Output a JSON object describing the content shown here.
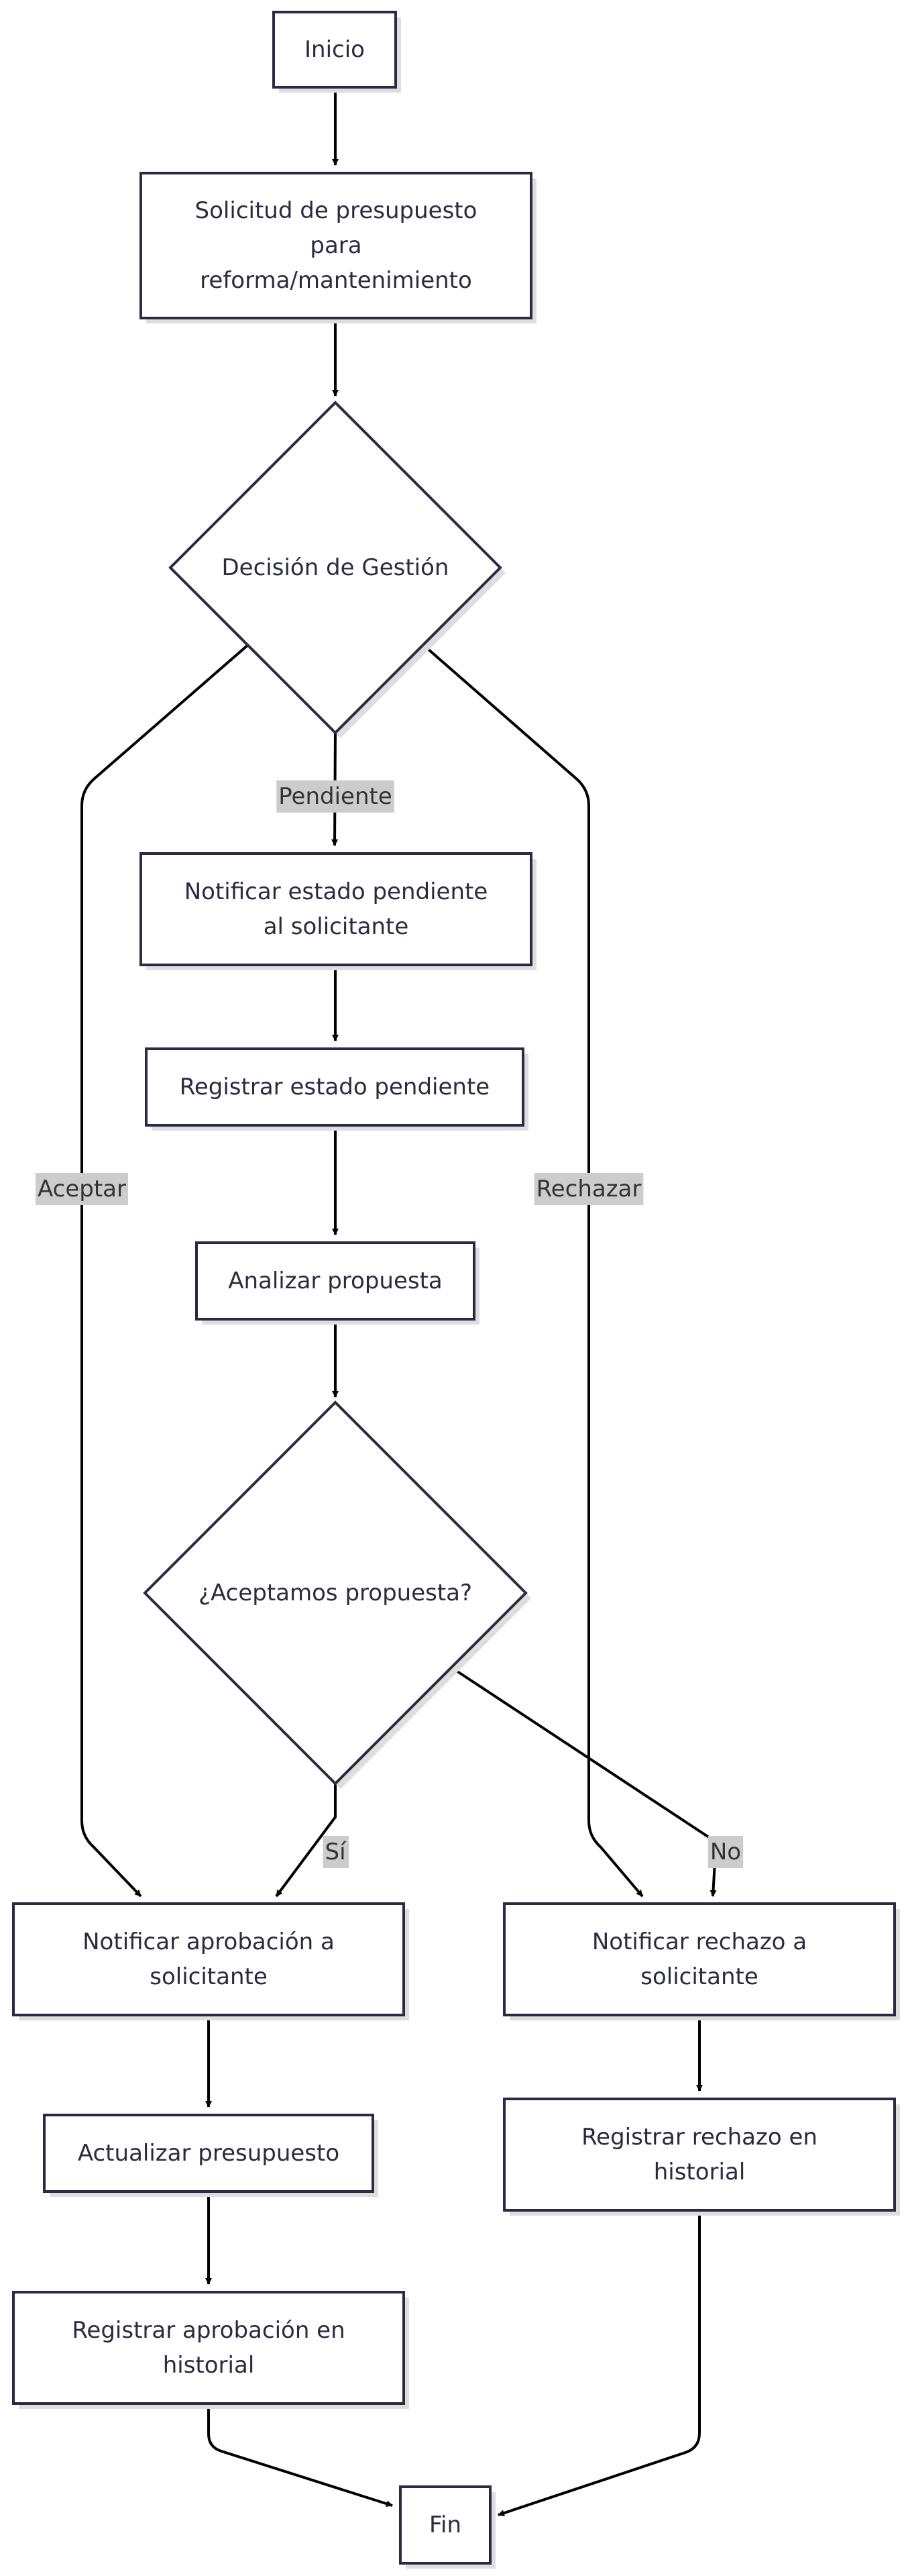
{
  "diagram": {
    "type": "flowchart",
    "colors": {
      "node_fill": "#ffffff",
      "node_stroke": "#2a2a44",
      "shadow": "#dedede",
      "edge": "#000000",
      "label_bg": "#cccccc"
    },
    "nodes": {
      "inicio": [
        "Inicio"
      ],
      "solicitud": [
        "Solicitud de presupuesto",
        "para",
        "reforma/mantenimiento"
      ],
      "decision": [
        "Decisión de Gestión"
      ],
      "notificar_pendiente": [
        "Notificar estado pendiente",
        "al solicitante"
      ],
      "registrar_pendiente": [
        "Registrar estado pendiente"
      ],
      "analizar": [
        "Analizar propuesta"
      ],
      "aceptamos": [
        "¿Aceptamos propuesta?"
      ],
      "notificar_aprobacion": [
        "Notificar aprobación a",
        "solicitante"
      ],
      "notificar_rechazo": [
        "Notificar rechazo a",
        "solicitante"
      ],
      "actualizar": [
        "Actualizar presupuesto"
      ],
      "registrar_rechazo": [
        "Registrar rechazo en",
        "historial"
      ],
      "registrar_aprobacion": [
        "Registrar aprobación en",
        "historial"
      ],
      "fin": [
        "Fin"
      ]
    },
    "edge_labels": {
      "pendiente": "Pendiente",
      "aceptar": "Aceptar",
      "rechazar": "Rechazar",
      "si": "Sí",
      "no": "No"
    }
  }
}
